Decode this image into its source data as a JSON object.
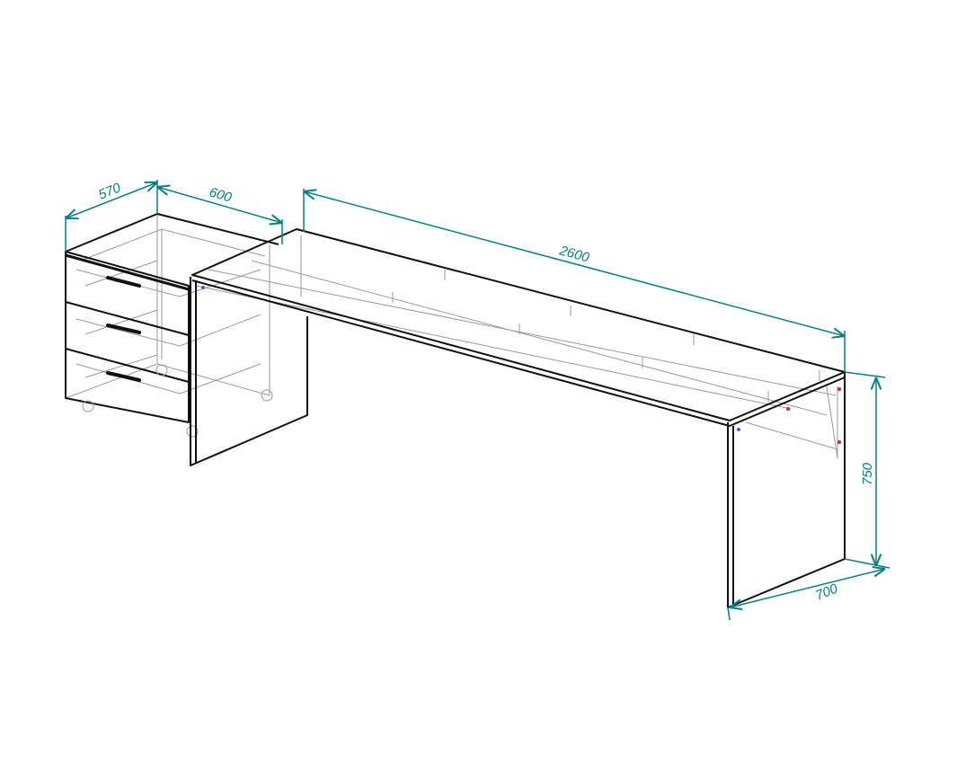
{
  "drawing": {
    "dimensions": {
      "cabinet_depth": "570",
      "cabinet_width": "600",
      "desk_length": "2600",
      "desk_height": "750",
      "desk_depth": "700"
    },
    "colors": {
      "dimension": "#0a7f80",
      "outline": "#111111",
      "hidden": "#9a9a9a"
    }
  }
}
